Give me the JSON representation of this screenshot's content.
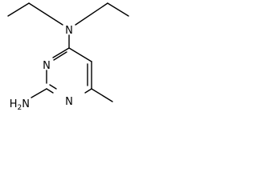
{
  "molecule": {
    "atoms": {
      "amine_n": "N",
      "ring_n3": "N",
      "ring_n1": "N",
      "amino": "H2N"
    }
  }
}
